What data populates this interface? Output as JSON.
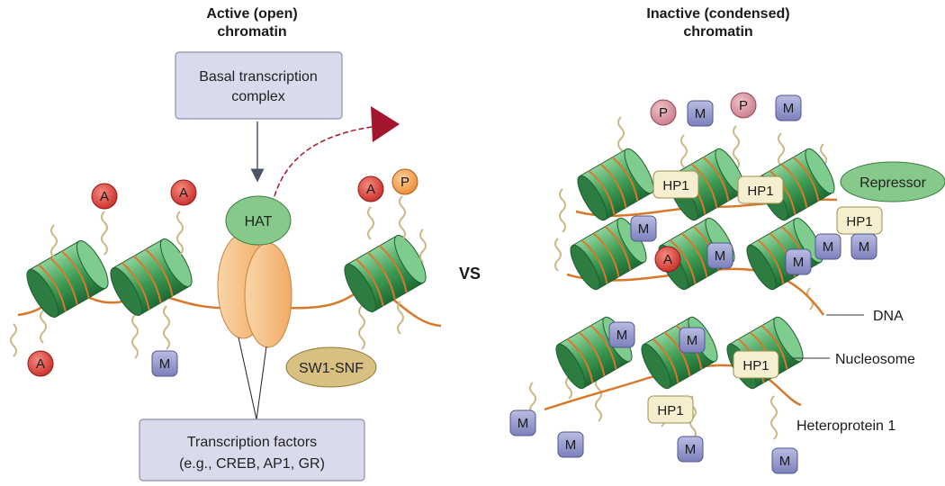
{
  "active": {
    "title_line1": "Active (open)",
    "title_line2": "chromatin",
    "basal_line1": "Basal transcription",
    "basal_line2": "complex",
    "hat": "HAT",
    "swi_snf": "SW1-SNF",
    "tf_line1": "Transcription factors",
    "tf_line2": "(e.g., CREB, AP1, GR)"
  },
  "vs": "VS",
  "inactive": {
    "title_line1": "Inactive (condensed)",
    "title_line2": "chromatin",
    "repressor": "Repressor",
    "dna": "DNA",
    "nucleosome": "Nucleosome",
    "heteroprotein": "Heteroprotein 1"
  },
  "marks": {
    "acetyl": "A",
    "phospho": "P",
    "methyl": "M",
    "hp1": "HP1"
  },
  "colors": {
    "nucleosome_green": "#3b9a52",
    "dna_orange": "#d8792a",
    "acetyl_red": "#d63b34",
    "phospho_orange": "#f29b4b",
    "phospho_pink": "#d58b96",
    "methyl_blue": "#8e92c7",
    "box_lavender": "#d9daec",
    "hp1_cream": "#f6efcf",
    "arrow_red": "#a3162e",
    "hat_green": "#86c98a",
    "swi_tan": "#d7c080",
    "complex_peach": "#f6c08a"
  }
}
